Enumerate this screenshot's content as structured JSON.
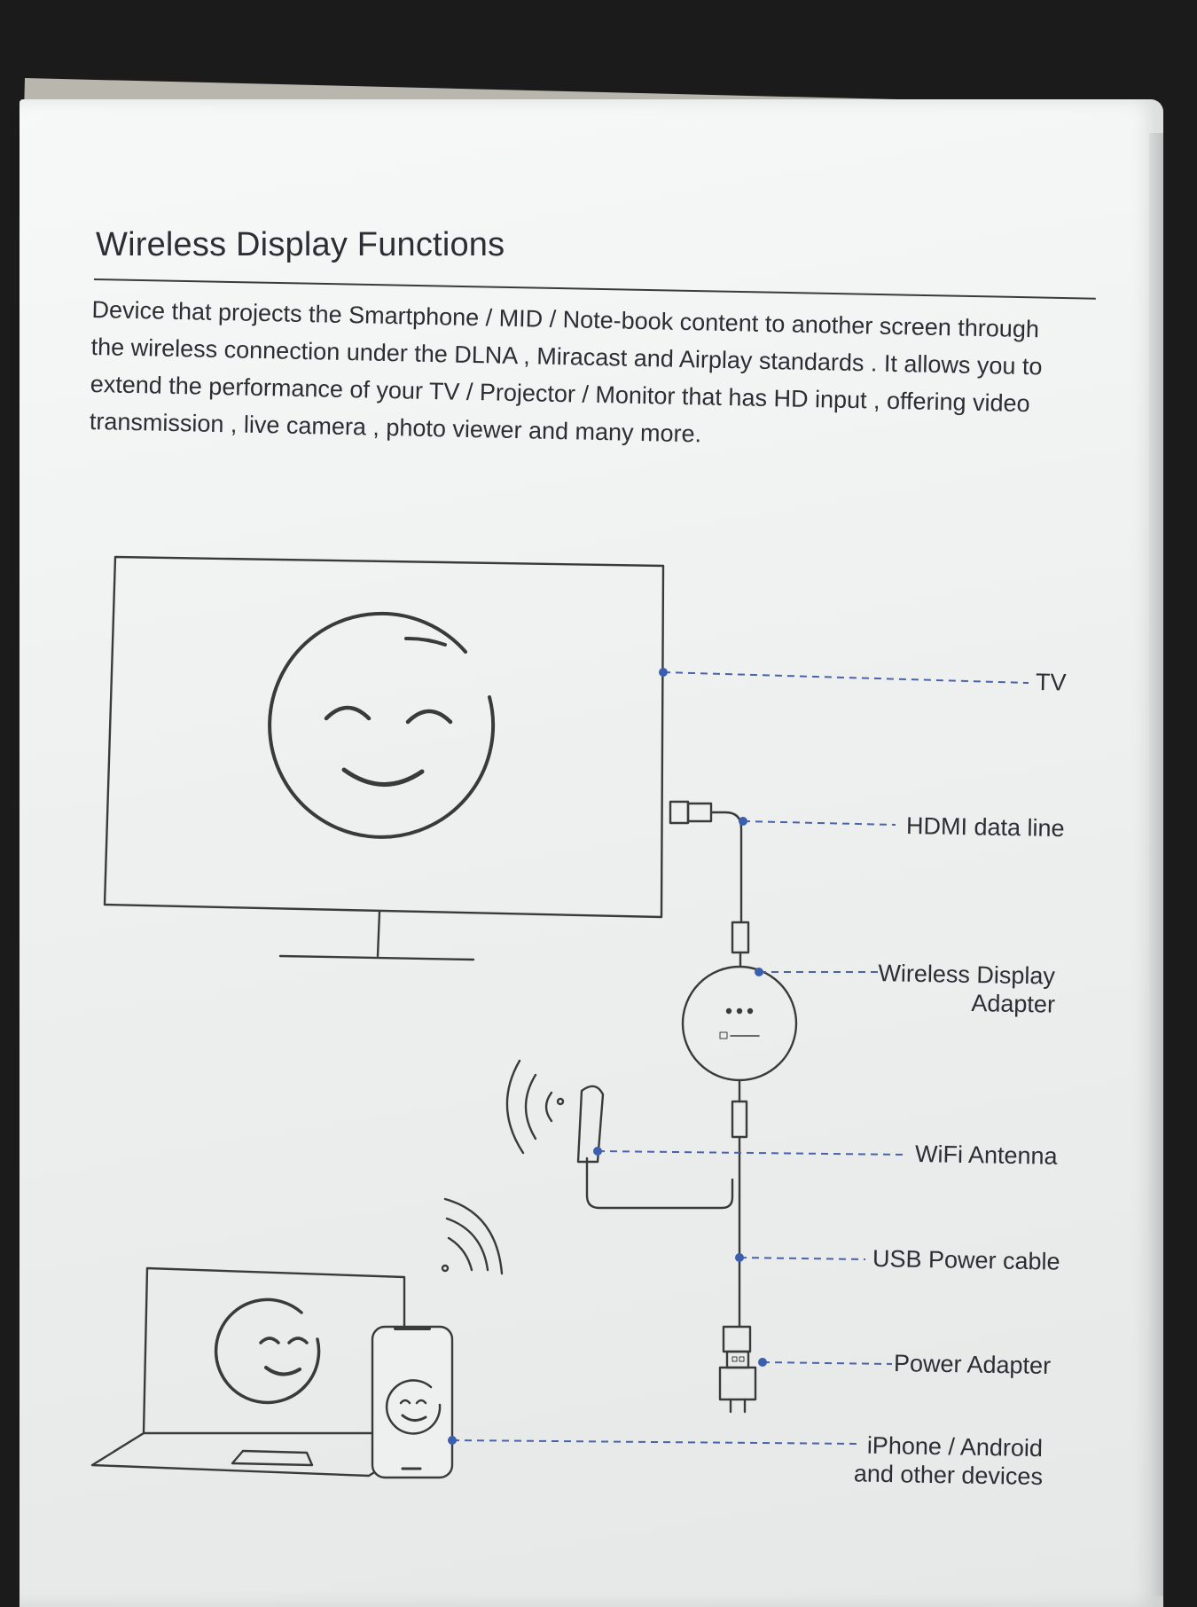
{
  "title": "Wireless Display Functions",
  "description": [
    "Device that projects the Smartphone / MID / Note-book content to another screen through",
    "the wireless connection under the DLNA , Miracast and Airplay standards . It allows you to",
    "extend the performance of your TV / Projector / Monitor that has HD input , offering video",
    "transmission , live camera , photo viewer and many more."
  ],
  "labels": {
    "tv": "TV",
    "hdmi": "HDMI data line",
    "adapter_line1": "Wireless Display",
    "adapter_line2": "Adapter",
    "wifi": "WiFi Antenna",
    "usb": "USB Power cable",
    "power": "Power Adapter",
    "devices_line1": "iPhone / Android",
    "devices_line2": "and other devices"
  },
  "icons": {
    "tv_face": "smiley-face-icon",
    "laptop_face": "smiley-face-icon",
    "phone_face": "smiley-face-icon",
    "antenna_waves": "wifi-waves-icon",
    "device_waves": "wifi-waves-icon"
  },
  "colors": {
    "line": "#3a3a3a",
    "leader": "#4a63a8",
    "dot": "#3b5fb0"
  }
}
